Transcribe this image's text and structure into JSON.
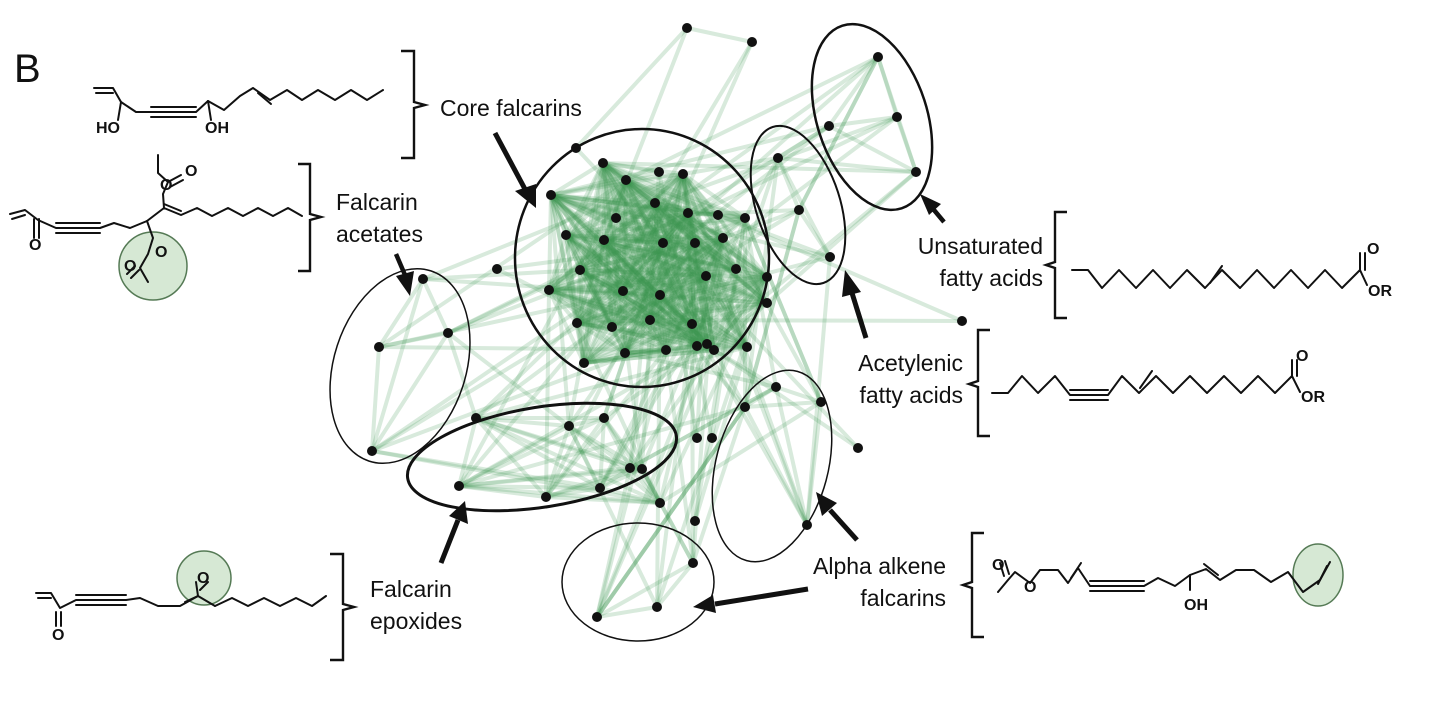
{
  "panel_label": "B",
  "labels": {
    "core_falcarins": "Core falcarins",
    "falcarin_acetates": [
      "Falcarin",
      "acetates"
    ],
    "unsaturated_fatty_acids": [
      "Unsaturated",
      "fatty acids"
    ],
    "acetylenic_fatty_acids": [
      "Acetylenic",
      "fatty acids"
    ],
    "falcarin_epoxides": [
      "Falcarin",
      "epoxides"
    ],
    "alpha_alkene_falcarins": [
      "Alpha alkene",
      "falcarins"
    ]
  },
  "atom_labels": {
    "hydroxyl": "HO",
    "hydroxyl2": "OH",
    "oxygen": "O",
    "ester_or": "OR"
  },
  "colors": {
    "edge": "#3c9650",
    "node": "#111111",
    "highlight_fill": "#d6e8d4",
    "highlight_stroke": "#557a55"
  },
  "network": {
    "clusters": [
      "core-falcarins",
      "falcarin-acetates",
      "unsaturated-fatty-acids",
      "acetylenic-fatty-acids",
      "falcarin-epoxides",
      "alpha-alkene-falcarins",
      "epoxide-subgroup"
    ]
  }
}
